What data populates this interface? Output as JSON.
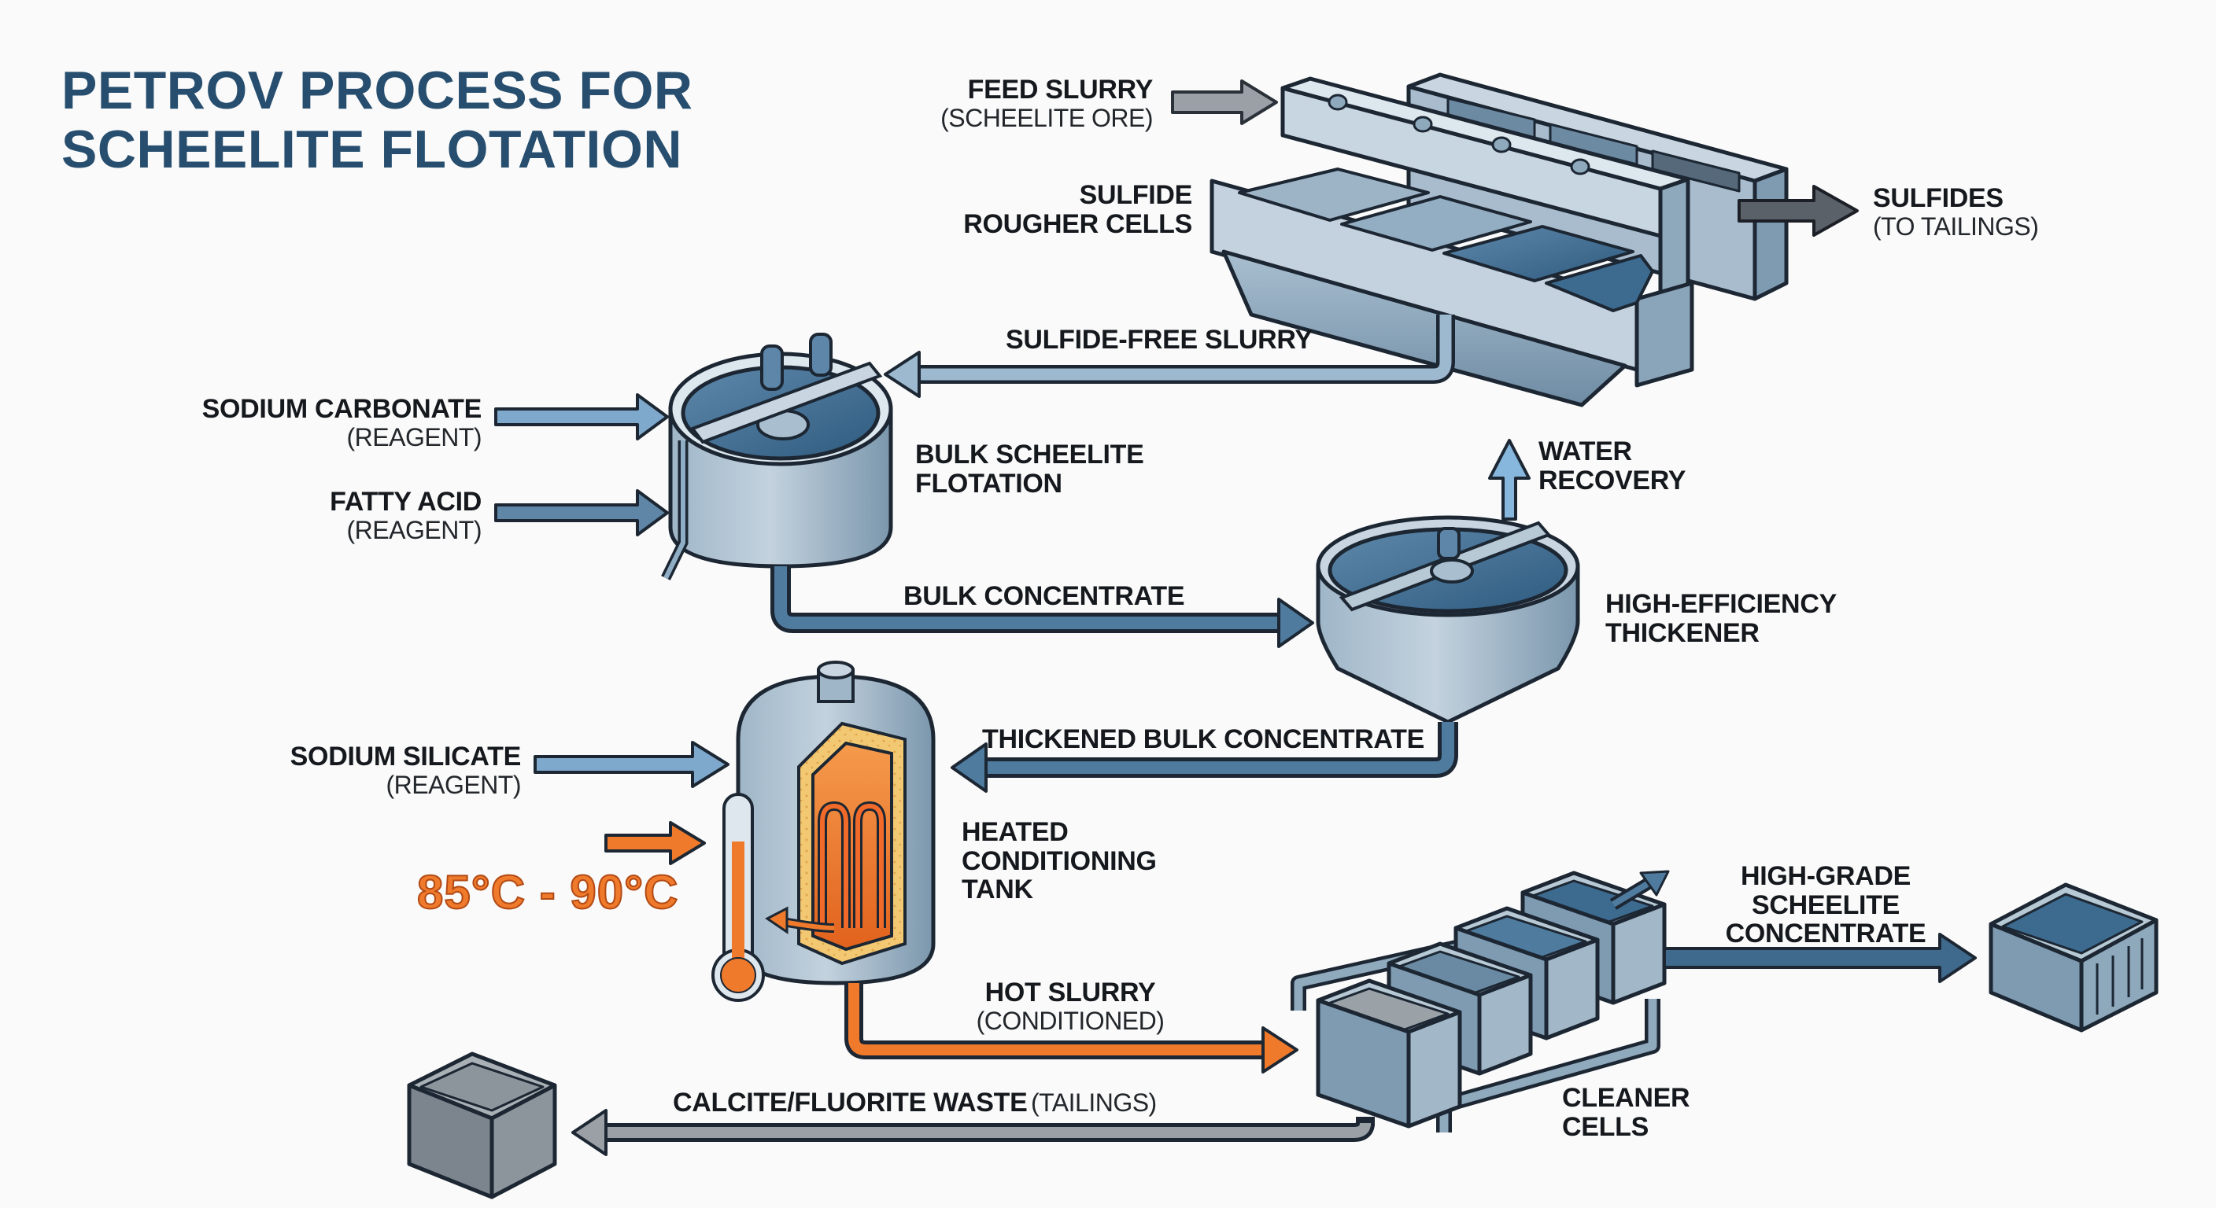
{
  "title": {
    "line1": "PETROV PROCESS FOR",
    "line2": "SCHEELITE FLOTATION"
  },
  "colors": {
    "title": "#274e6e",
    "equipment_steel": "#8fa9bd",
    "equipment_dark": "#5c7c96",
    "liquid_blue": "#3d6a8f",
    "outline": "#1c2733",
    "heat_orange": "#f07a2c",
    "insulation_yellow": "#f3c873",
    "tailings_gray": "#8d959c",
    "reagent_blue": "#7fa9cc"
  },
  "equipment": {
    "rougher": {
      "label_line1": "SULFIDE",
      "label_line2": "ROUGHER CELLS",
      "icon": "flotation-cell-bank-icon"
    },
    "bulk_flotation": {
      "label_line1": "BULK SCHEELITE",
      "label_line2": "FLOTATION",
      "icon": "flotation-tank-icon"
    },
    "thickener": {
      "label_line1": "HIGH-EFFICIENCY",
      "label_line2": "THICKENER",
      "icon": "thickener-icon"
    },
    "conditioning_tank": {
      "label_line1": "HEATED",
      "label_line2": "CONDITIONING",
      "label_line3": "TANK",
      "icon": "heated-tank-icon"
    },
    "cleaner_cells": {
      "label_line1": "CLEANER",
      "label_line2": "CELLS",
      "icon": "cleaner-cells-icon"
    },
    "concentrate_bin": {
      "icon": "concentrate-bin-icon"
    },
    "tailings_bin": {
      "icon": "tailings-bin-icon"
    }
  },
  "streams": {
    "feed": {
      "label": "FEED SLURRY",
      "sub": "(SCHEELITE ORE)"
    },
    "sulfides": {
      "label": "SULFIDES",
      "sub": "(TO TAILINGS)"
    },
    "sulfide_free": {
      "label": "SULFIDE-FREE SLURRY"
    },
    "sodium_carbonate": {
      "label": "SODIUM CARBONATE",
      "sub": "(REAGENT)"
    },
    "fatty_acid": {
      "label": "FATTY ACID",
      "sub": "(REAGENT)"
    },
    "bulk_concentrate": {
      "label": "BULK CONCENTRATE"
    },
    "water_recovery": {
      "label_line1": "WATER",
      "label_line2": "RECOVERY"
    },
    "thickened": {
      "label": "THICKENED BULK CONCENTRATE"
    },
    "sodium_silicate": {
      "label": "SODIUM SILICATE",
      "sub": "(REAGENT)"
    },
    "hot_slurry": {
      "label": "HOT SLURRY",
      "sub": "(CONDITIONED)"
    },
    "high_grade": {
      "label_line1": "HIGH-GRADE",
      "label_line2": "SCHEELITE",
      "label_line3": "CONCENTRATE"
    },
    "waste": {
      "label": "CALCITE/FLUORITE WASTE",
      "sub": "(TAILINGS)"
    }
  },
  "temperature": {
    "range": "85°C - 90°C",
    "icon": "thermometer-icon"
  }
}
